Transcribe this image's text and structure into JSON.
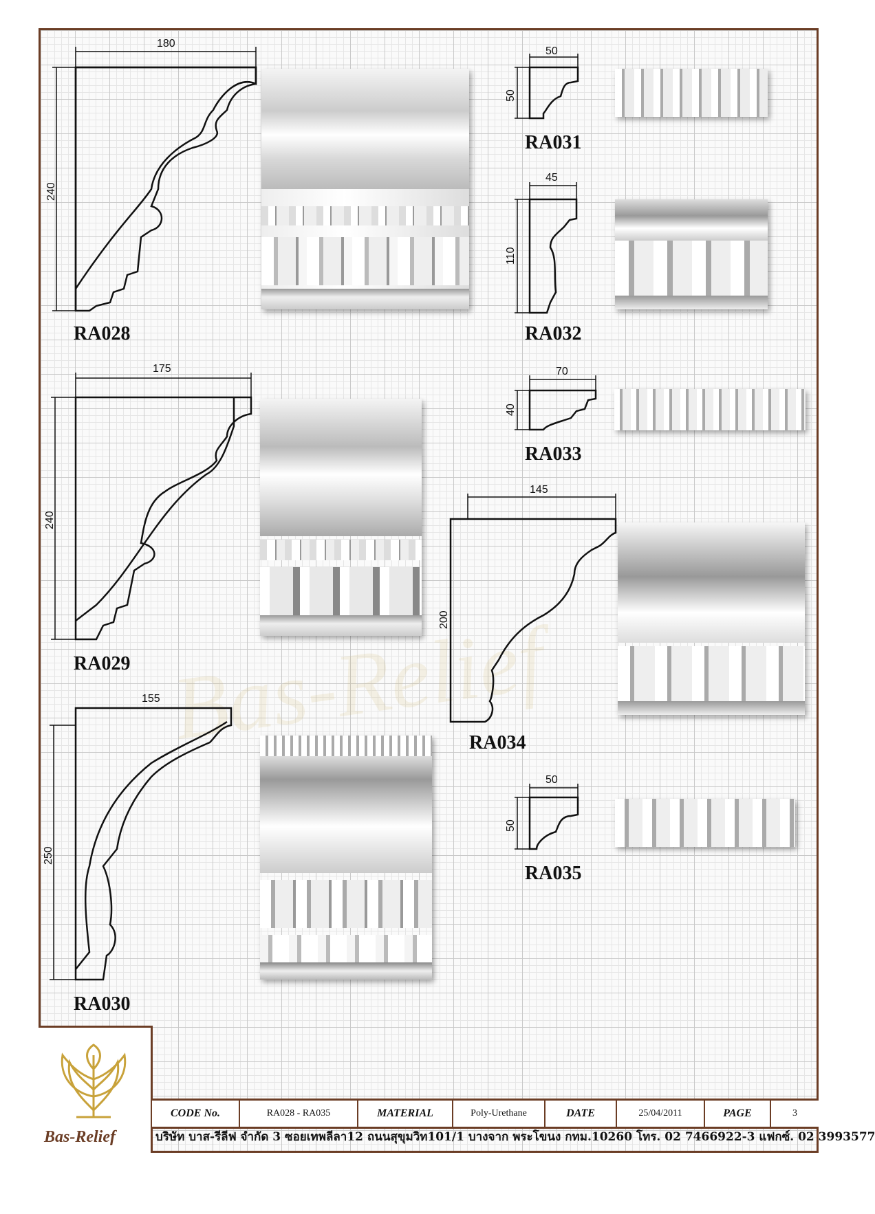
{
  "products": [
    {
      "code": "RA028",
      "width": "180",
      "height": "240"
    },
    {
      "code": "RA029",
      "width": "175",
      "height": "240"
    },
    {
      "code": "RA030",
      "width": "155",
      "height": "250"
    },
    {
      "code": "RA031",
      "width": "50",
      "height": "50"
    },
    {
      "code": "RA032",
      "width": "45",
      "height": "110"
    },
    {
      "code": "RA033",
      "width": "70",
      "height": "40"
    },
    {
      "code": "RA034",
      "width": "145",
      "height": "200"
    },
    {
      "code": "RA035",
      "width": "50",
      "height": "50"
    }
  ],
  "watermark": "Bas-Relief",
  "logo": {
    "name": "Bas-Relief"
  },
  "footer": {
    "code_label": "CODE No.",
    "code_value": "RA028 - RA035",
    "material_label": "MATERIAL",
    "material_value": "Poly-Urethane",
    "date_label": "DATE",
    "date_value": "25/04/2011",
    "page_label": "PAGE",
    "page_value": "3",
    "address": "บริษัท บาส-รีลีฟ จำกัด 3 ซอยเทพลีลา12 ถนนสุขุมวิท101/1 บางจาก พระโขนง กทม.10260 โทร. 02 7466922-3 แฟกซ์. 02 3993577"
  },
  "colors": {
    "frame": "#6b3d25",
    "logo_gold": "#c8a23a"
  }
}
